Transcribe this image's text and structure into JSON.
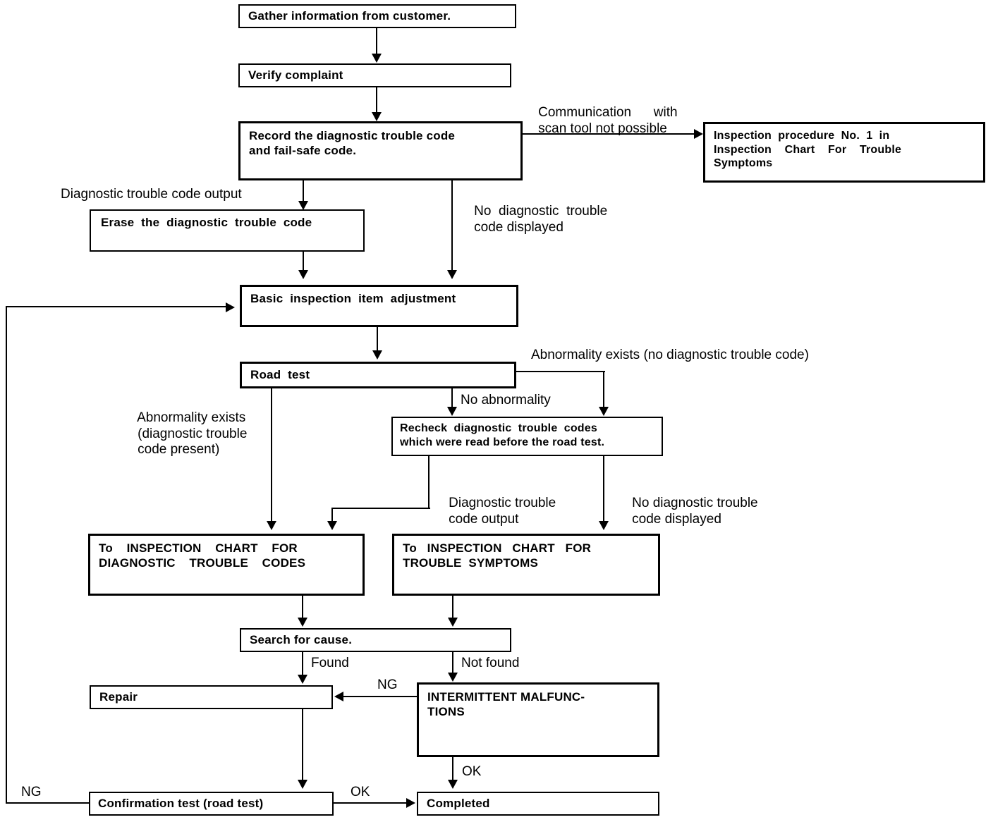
{
  "diagram": {
    "title": "Diagnostic troubleshooting flowchart",
    "ink_color": "#000000",
    "background_color": "#ffffff"
  },
  "nodes": {
    "gather": {
      "lines": [
        "Gather information from customer."
      ]
    },
    "verify": {
      "lines": [
        "Verify complaint"
      ]
    },
    "record": {
      "lines": [
        "Record the diagnostic trouble code",
        "and fail-safe code."
      ]
    },
    "inspection_proc": {
      "lines": [
        "Inspection  procedure  No.  1  in",
        "Inspection    Chart    For    Trouble",
        "Symptoms"
      ]
    },
    "erase": {
      "lines": [
        "Erase  the  diagnostic  trouble  code"
      ]
    },
    "basic": {
      "lines": [
        "Basic  inspection  item  adjustment"
      ]
    },
    "road_test": {
      "lines": [
        "Road  test"
      ]
    },
    "recheck": {
      "lines": [
        "Recheck  diagnostic  trouble  codes",
        "which were read before the road test."
      ]
    },
    "to_dtc_chart": {
      "lines": [
        "To    INSPECTION    CHART    FOR",
        "DIAGNOSTIC    TROUBLE    CODES"
      ]
    },
    "to_symptom_chart": {
      "lines": [
        "To   INSPECTION   CHART   FOR",
        "TROUBLE  SYMPTOMS"
      ]
    },
    "search": {
      "lines": [
        "Search for cause."
      ]
    },
    "repair": {
      "lines": [
        "Repair"
      ]
    },
    "intermittent": {
      "lines": [
        "INTERMITTENT MALFUNC-",
        "TIONS"
      ]
    },
    "confirmation": {
      "lines": [
        "Confirmation test (road test)"
      ]
    },
    "completed": {
      "lines": [
        "Completed"
      ]
    }
  },
  "edge_labels": {
    "comm_not_possible": [
      "Communication      with",
      "scan tool not possible"
    ],
    "dtc_output_top": "Diagnostic trouble code output",
    "no_dtc_displayed_top": [
      "No  diagnostic  trouble",
      "code displayed"
    ],
    "abnormality_no_dtc": "Abnormality exists (no diagnostic trouble code)",
    "abnormality_dtc_present": [
      "Abnormality exists",
      "(diagnostic trouble",
      "code present)"
    ],
    "no_abnormality": "No abnormality",
    "dtc_output_mid": [
      "Diagnostic trouble",
      "code output"
    ],
    "no_dtc_displayed_mid": [
      "No diagnostic trouble",
      "code displayed"
    ],
    "found": "Found",
    "not_found": "Not found",
    "ng_repair": "NG",
    "ok_intermittent": "OK",
    "ok_confirm": "OK",
    "ng_loop": "NG"
  }
}
